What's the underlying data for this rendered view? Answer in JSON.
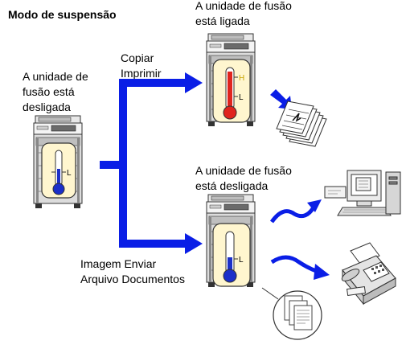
{
  "title": "Modo de suspensão",
  "labels": {
    "left_state": [
      "A unidade de",
      "fusão está",
      "desligada"
    ],
    "copy_print": [
      "Copiar",
      "Imprimir"
    ],
    "top_state": [
      "A unidade de fusão",
      "está ligada"
    ],
    "mid_state": [
      "A unidade de fusão",
      "está desligada"
    ],
    "send_file": [
      "Imagem Enviar",
      "Arquivo Documentos"
    ]
  },
  "thermometer_marks": {
    "high": "H",
    "low": "L"
  },
  "colors": {
    "arrow": "#0a1ee6",
    "hot": "#e0241e",
    "cold": "#1b2fc9",
    "panel": "#fff6cf"
  },
  "icons": [
    "mfp-icon",
    "thermometer-icon",
    "paper-stack-icon",
    "computer-icon",
    "fax-icon",
    "documents-icon"
  ]
}
